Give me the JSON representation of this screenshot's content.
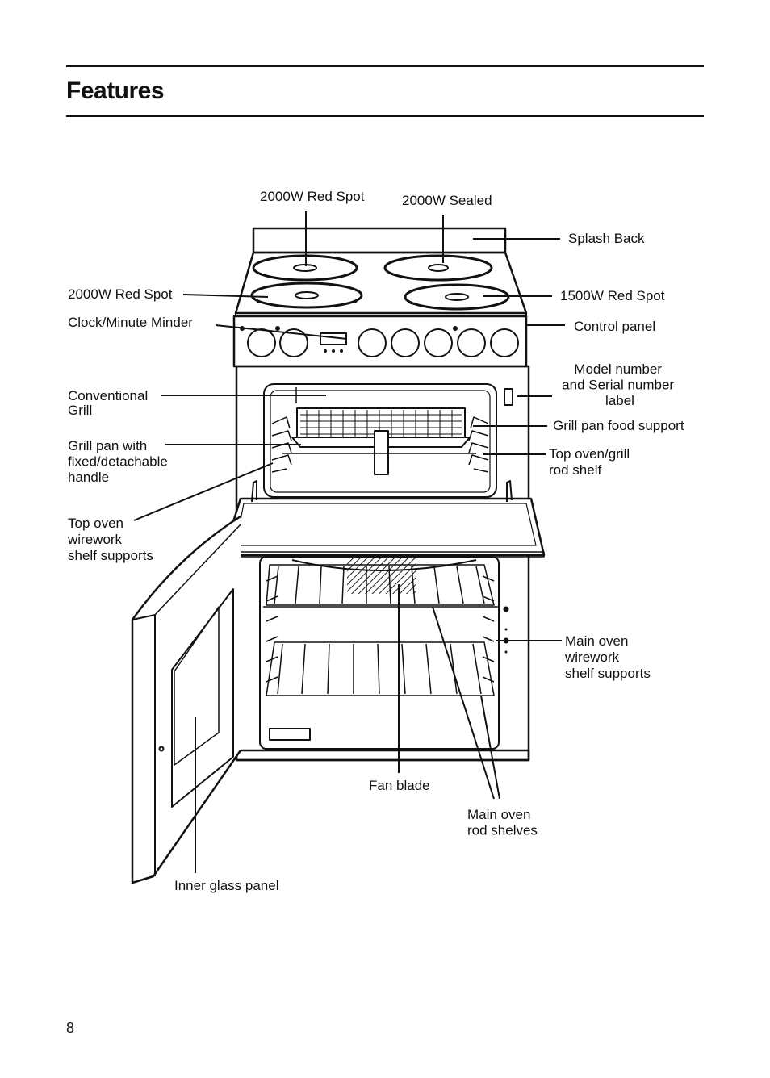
{
  "page": {
    "title": "Features",
    "page_number": "8"
  },
  "labels": {
    "red_spot_top": "2000W Red Spot",
    "sealed": "2000W Sealed",
    "splash_back": "Splash Back",
    "red_spot_left": "2000W Red Spot",
    "red_spot_1500": "1500W Red Spot",
    "clock": "Clock/Minute Minder",
    "control_panel": "Control panel",
    "model_label": [
      "Model number",
      "and Serial number",
      "label"
    ],
    "conventional_grill": [
      "Conventional",
      "Grill"
    ],
    "grill_pan_support": "Grill pan food support",
    "grill_pan_handle": [
      "Grill pan with",
      "fixed/detachable",
      "handle"
    ],
    "top_oven_rod_shelf": [
      "Top oven/grill",
      "rod shelf"
    ],
    "top_oven_supports": [
      "Top oven",
      "wirework",
      "shelf supports"
    ],
    "main_oven_supports": [
      "Main oven",
      "wirework",
      "shelf supports"
    ],
    "fan_blade": "Fan blade",
    "main_oven_rod_shelves": [
      "Main oven",
      "rod shelves"
    ],
    "inner_glass": "Inner glass panel"
  }
}
